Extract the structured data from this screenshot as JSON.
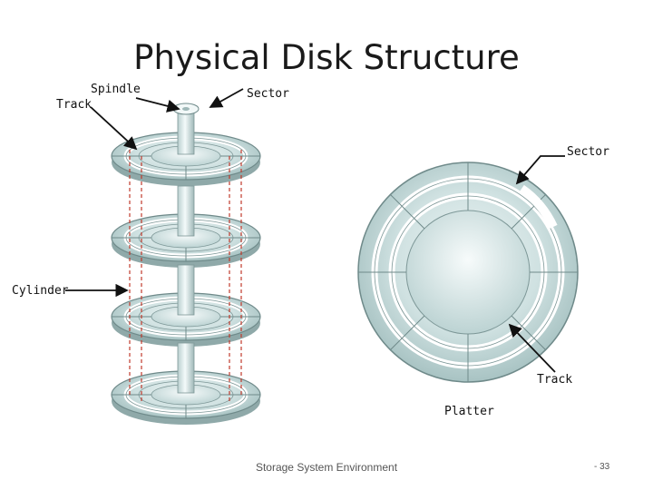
{
  "title": "Physical Disk Structure",
  "labels": {
    "spindle": "Spindle",
    "track_left": "Track",
    "sector_top": "Sector",
    "sector_right": "Sector",
    "cylinder": "Cylinder",
    "track_right": "Track",
    "platter": "Platter"
  },
  "footer": {
    "text": "Storage System Environment",
    "page": "- 33"
  },
  "colors": {
    "platter_fill": "#c6dcdc",
    "platter_edge": "#6f8a8a",
    "cylinder_dash": "#c0392b",
    "arrow": "#111111"
  }
}
